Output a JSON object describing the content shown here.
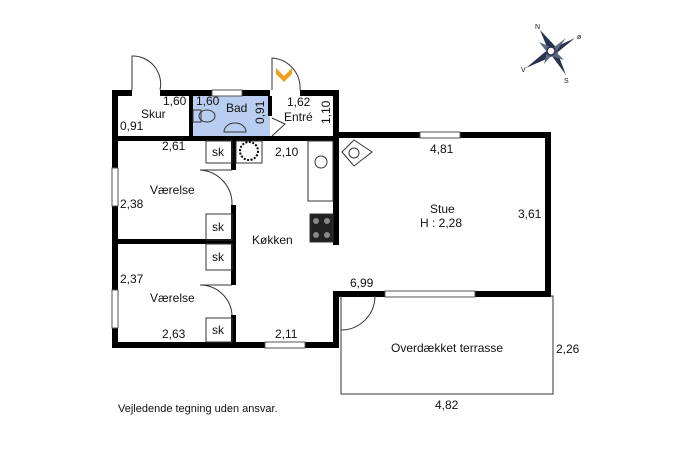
{
  "plan": {
    "rooms": {
      "skur": {
        "name": "Skur",
        "w": "1,60",
        "h": "0,91"
      },
      "bad": {
        "name": "Bad",
        "w": "1,60",
        "h": "0,91",
        "fill": "#b9cdf0"
      },
      "entre": {
        "name": "Entré",
        "w": "1,62",
        "h": "1,10"
      },
      "vaerelse1": {
        "name": "Værelse",
        "w": "2,61",
        "h": "2,38"
      },
      "vaerelse2": {
        "name": "Værelse",
        "w": "2,63",
        "h": "2,37"
      },
      "koekken": {
        "name": "Køkken",
        "w": "2,10",
        "w2": "2,11"
      },
      "stue": {
        "name": "Stue",
        "height_label": "H : 2,28",
        "w": "4,81",
        "h": "3,61",
        "w2": "6,99"
      },
      "terrasse": {
        "name": "Overdækket terrasse",
        "w": "4,82",
        "h": "2,26"
      }
    },
    "closet_label": "sk",
    "entrance_marker_color": "#f0a020",
    "wall_color": "#000000"
  },
  "compass": {
    "n": "N",
    "e": "ø",
    "s": "S",
    "w": "V"
  },
  "disclaimer": "Vejledende tegning uden ansvar."
}
